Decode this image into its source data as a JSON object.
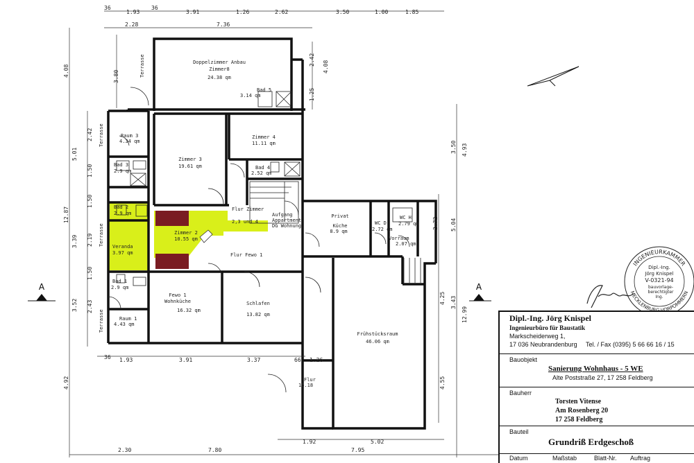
{
  "rooms": {
    "doppelzimmer": {
      "name": "Doppelzimmer Anbau",
      "sub": "Zimmer8",
      "area": "24.38 qm"
    },
    "bad5": {
      "name": "Bad 5",
      "area": "3.14 qm"
    },
    "raum3": {
      "name": "Raum 3",
      "area": "4.34 qm"
    },
    "bad3": {
      "name": "Bad 3",
      "area": "2.9 qm"
    },
    "zimmer3": {
      "name": "Zimmer 3",
      "area": "19.61 qm"
    },
    "zimmer4": {
      "name": "Zimmer 4",
      "area": "11.11 qm"
    },
    "bad4": {
      "name": "Bad 4",
      "area": "2.52 qm"
    },
    "bad2": {
      "name": "Bad 2",
      "area": "2.9 qm"
    },
    "zimmer2": {
      "name": "Zimmer 2",
      "area": "10.55 qm"
    },
    "flur_zimmer": {
      "name": "Flur Zimmer",
      "sub": "2,3 und 4"
    },
    "aufgang": {
      "line1": "Aufgang",
      "line2": "Appartment",
      "line3": "DG Wohnung"
    },
    "veranda": {
      "name": "Veranda",
      "area": "3.97 qm"
    },
    "flur_fewo": {
      "name": "Flur Fewo 1"
    },
    "bad1": {
      "name": "Bad 1",
      "area": "2.9 qm"
    },
    "raum1": {
      "name": "Raum 1",
      "area": "4.43 qm"
    },
    "fewo1": {
      "name": "Fewo 1",
      "sub": "Wohnküche",
      "area": "16.32 qm"
    },
    "schlafen": {
      "name": "Schlafen",
      "area": "13.82 qm"
    },
    "privat": {
      "name": "Privat",
      "sub": "Küche",
      "area": "8.9 qm"
    },
    "wcd": {
      "name": "WC D",
      "area": "2.72 qm"
    },
    "wch": {
      "name": "WC H",
      "area": "2.79 qm"
    },
    "vorraum": {
      "name": "Vorraum",
      "area": "2.07 qm"
    },
    "fruehstueck": {
      "name": "Frühstücksraum",
      "area": "46.06 qm"
    },
    "flur": {
      "name": "Flur",
      "area": "15.18"
    }
  },
  "terrasse_label": "Terrasse",
  "section_marker": "A",
  "dims": {
    "top1": [
      "1.93",
      "3.91",
      "1.26",
      "2.62",
      "3.50",
      "1.00",
      "1.85"
    ],
    "top2": [
      "2.28",
      "7.36",
      "3.80"
    ],
    "small": "36",
    "left": [
      "4.08",
      "12.87",
      "5.01",
      "3.39",
      "3.52",
      "4.92",
      "2.42",
      "1.50",
      "1.50",
      "2.19",
      "1.50",
      "2.43"
    ],
    "mid": [
      "2.42",
      "4.08",
      "1.25"
    ],
    "right": [
      "3.50",
      "4.93",
      "2.72",
      "5.04",
      "4.25",
      "3.43",
      "12.99",
      "4.55"
    ],
    "bottom1": [
      "1.93",
      "3.91",
      "3.37",
      "66",
      "1.26"
    ],
    "bottom2": [
      "1.92",
      "5.02"
    ],
    "bottom3": [
      "2.30",
      "7.80",
      "7.95"
    ]
  },
  "titleblock": {
    "name": "Dipl.-Ing. Jörg Knispel",
    "office": "Ingenieurbüro für Baustatik",
    "street": "Markscheiderweg 1,",
    "city": "17 036 Neubrandenburg",
    "tel": "Tel. / Fax  (0395) 5 66 66 16 / 15",
    "bauobjekt_label": "Bauobjekt",
    "bauobjekt": "Sanierung Wohnhaus - 5 WE",
    "bauobjekt_addr": "Alte Poststraße 27, 17 258 Feldberg",
    "bauherr_label": "Bauherr",
    "bauherr1": "Torsten Vitense",
    "bauherr2": "Am Rosenberg 20",
    "bauherr3": "17 258 Feldberg",
    "bauteil_label": "Bauteil",
    "bauteil": "Grundriß Erdgeschoß",
    "footer": [
      "Datum",
      "Maßstab",
      "Blatt-Nr.",
      "Auftrag"
    ]
  },
  "stamp": {
    "ring_top": "INGENIEURKAMMER",
    "ring_bottom": "MECKLENBURG-VORPOMMERN",
    "l1": "Dipl.-Ing.",
    "l2": "Jörg Knispel",
    "l3": "V-0321-94",
    "l4": "bauvorlage-",
    "l5": "berechtigter",
    "l6": "Ing."
  },
  "colors": {
    "highlight": "#d9ef1a",
    "furniture": "#7a1c22",
    "line": "#111111"
  }
}
